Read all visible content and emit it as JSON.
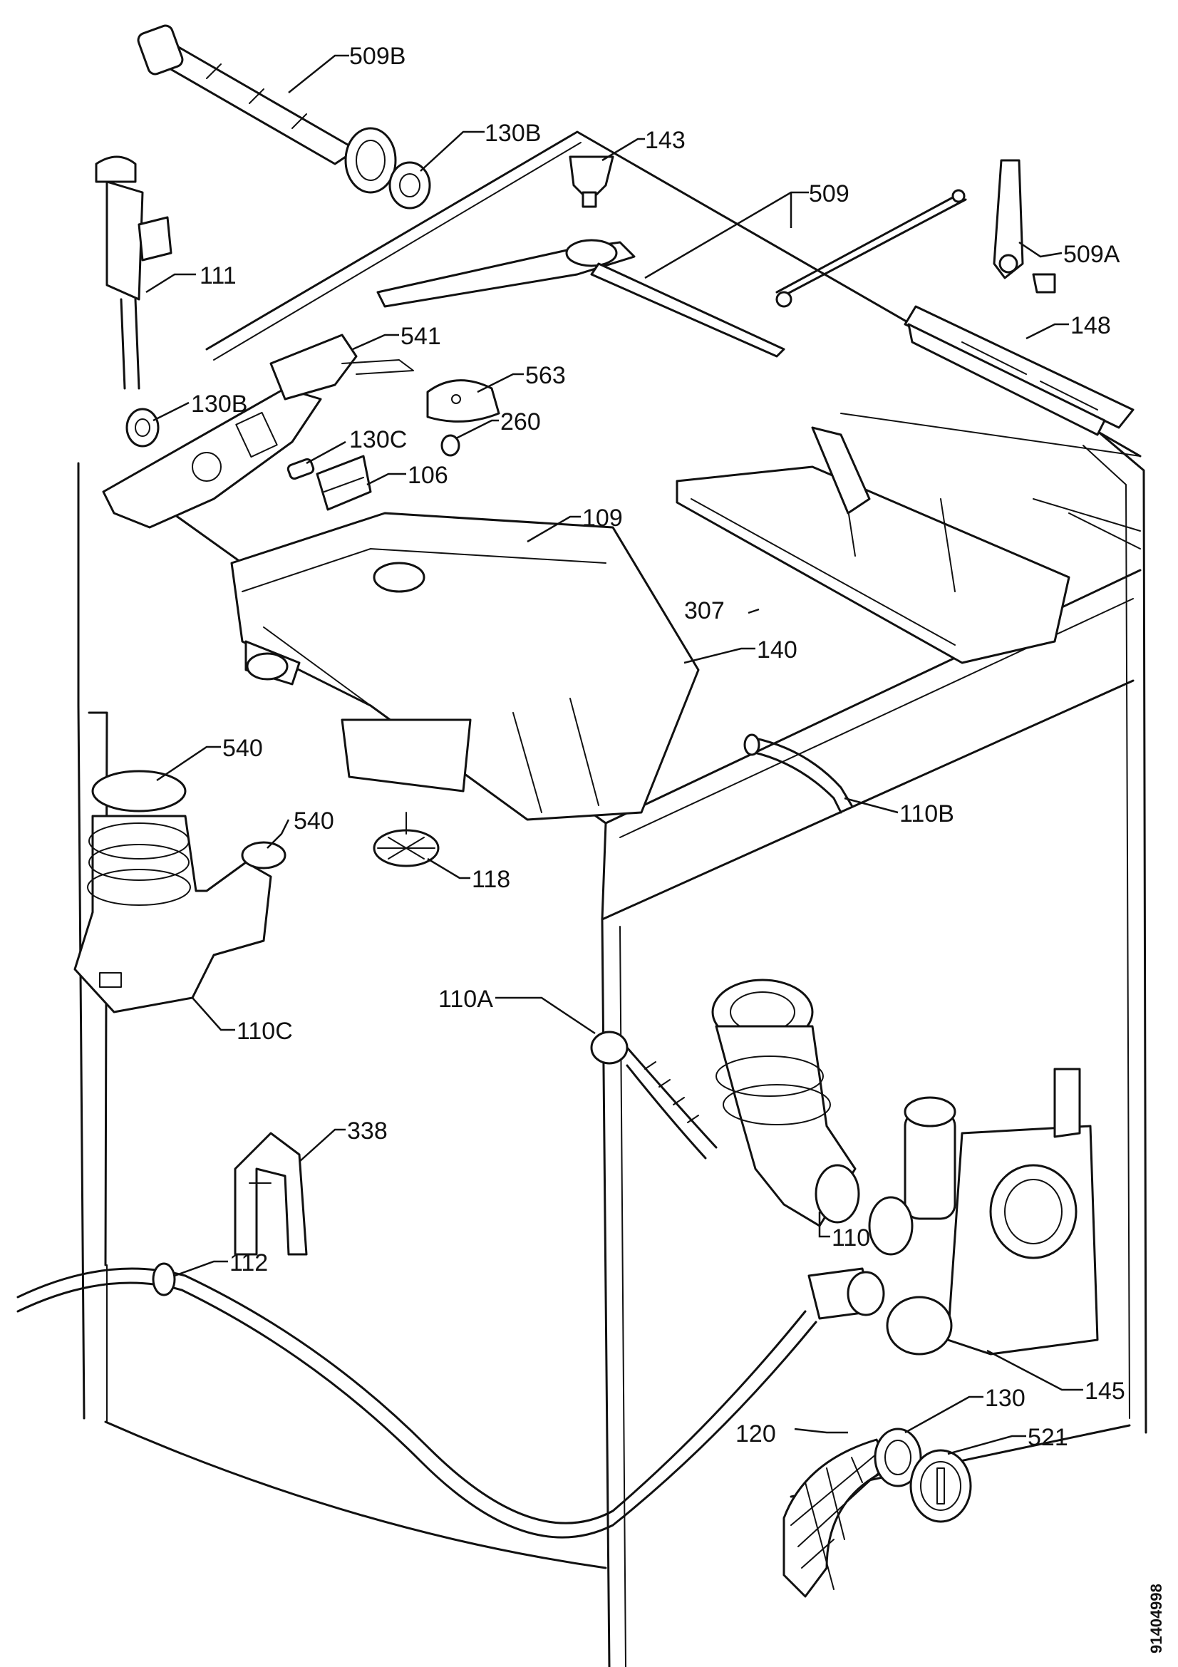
{
  "diagram": {
    "parts": [
      {
        "id": "p509b",
        "label": "509B"
      },
      {
        "id": "p130b_top",
        "label": "130B"
      },
      {
        "id": "p143",
        "label": "143"
      },
      {
        "id": "p509",
        "label": "509"
      },
      {
        "id": "p111",
        "label": "111"
      },
      {
        "id": "p509a",
        "label": "509A"
      },
      {
        "id": "p148",
        "label": "148"
      },
      {
        "id": "p541",
        "label": "541"
      },
      {
        "id": "p563",
        "label": "563"
      },
      {
        "id": "p130b_mid",
        "label": "130B"
      },
      {
        "id": "p260",
        "label": "260"
      },
      {
        "id": "p130c",
        "label": "130C"
      },
      {
        "id": "p106",
        "label": "106"
      },
      {
        "id": "p109",
        "label": "109"
      },
      {
        "id": "p307",
        "label": "307"
      },
      {
        "id": "p140",
        "label": "140"
      },
      {
        "id": "p540_top",
        "label": "540"
      },
      {
        "id": "p540_mid",
        "label": "540"
      },
      {
        "id": "p110b",
        "label": "110B"
      },
      {
        "id": "p118",
        "label": "118"
      },
      {
        "id": "p110c",
        "label": "110C"
      },
      {
        "id": "p110a",
        "label": "110A"
      },
      {
        "id": "p338",
        "label": "338"
      },
      {
        "id": "p110",
        "label": "110"
      },
      {
        "id": "p112",
        "label": "112"
      },
      {
        "id": "p145",
        "label": "145"
      },
      {
        "id": "p130",
        "label": "130"
      },
      {
        "id": "p120",
        "label": "120"
      },
      {
        "id": "p521",
        "label": "521"
      }
    ],
    "document_number": "91404998"
  }
}
